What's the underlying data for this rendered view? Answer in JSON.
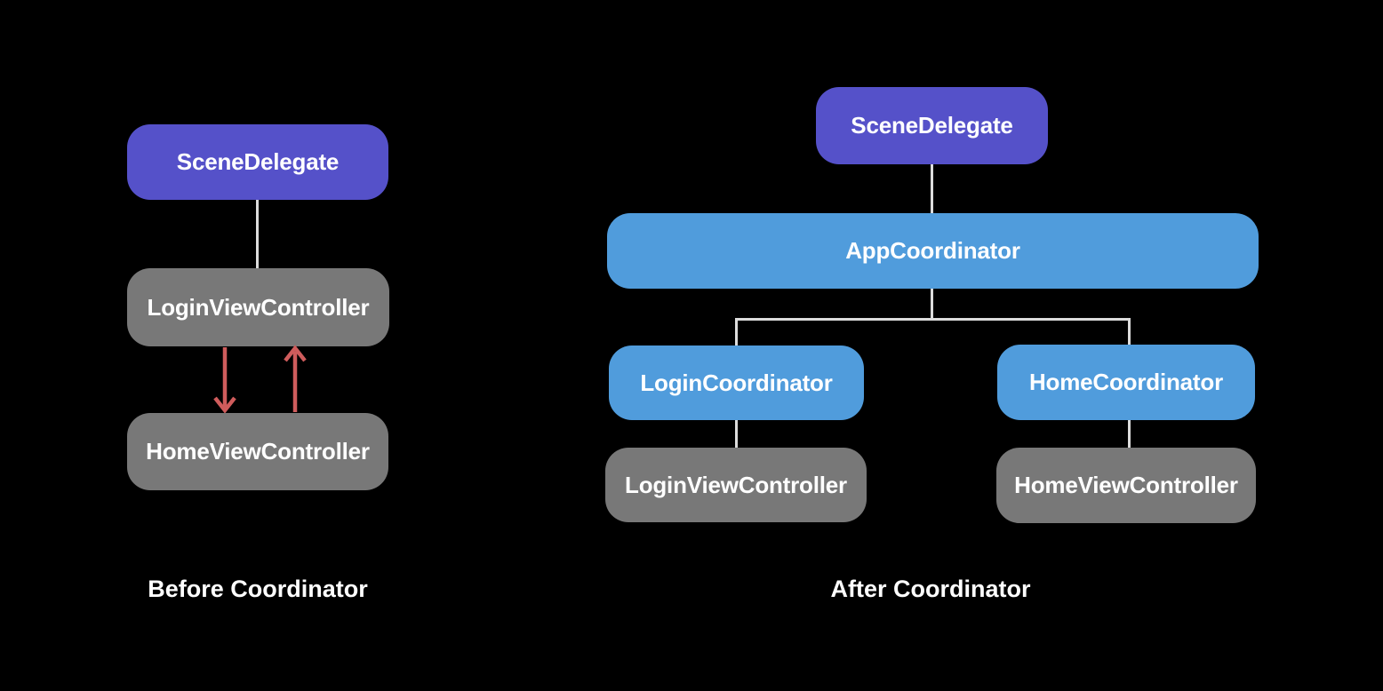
{
  "colors": {
    "bg": "#000000",
    "purple": "#5551C9",
    "blue": "#509CDC",
    "gray": "#787878",
    "line": "#DCDCDC",
    "arrow": "#CF5C5C",
    "text": "#FFFFFF"
  },
  "before": {
    "caption": "Before Coordinator",
    "scene_delegate": "SceneDelegate",
    "login_view_controller": "LoginViewController",
    "home_view_controller": "HomeViewController"
  },
  "after": {
    "caption": "After Coordinator",
    "scene_delegate": "SceneDelegate",
    "app_coordinator": "AppCoordinator",
    "login_coordinator": "LoginCoordinator",
    "home_coordinator": "HomeCoordinator",
    "login_view_controller": "LoginViewController",
    "home_view_controller": "HomeViewController"
  }
}
